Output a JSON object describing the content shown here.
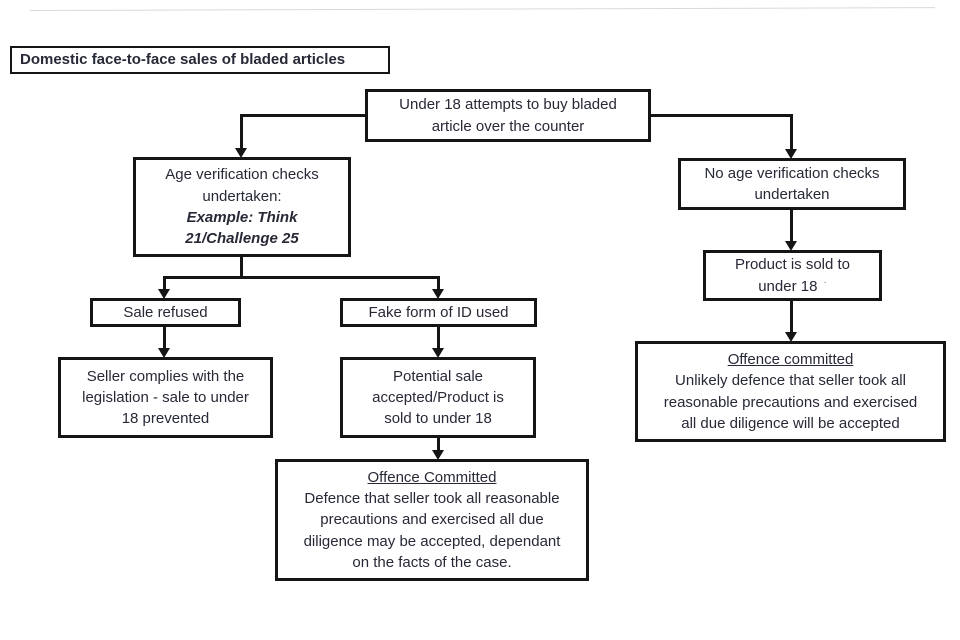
{
  "page": {
    "background_color": "#ffffff",
    "ink_color": "#151515",
    "text_color": "#272936"
  },
  "diagram": {
    "title": "Domestic face-to-face sales of bladed articles",
    "nodes": {
      "start": {
        "text": "Under 18 attempts to buy bladed\narticle over the counter"
      },
      "age_checks": {
        "text": "Age verification checks\nundertaken:",
        "example": "Example: Think\n21/Challenge 25"
      },
      "no_checks": {
        "text": "No age verification checks\nundertaken"
      },
      "product_sold": {
        "text": "Product is sold to\nunder 18",
        "artifact_mark": "·"
      },
      "offence_no_checks": {
        "heading": "Offence committed",
        "body": "Unlikely defence that seller took all\nreasonable precautions and exercised\nall due diligence will be accepted"
      },
      "sale_refused": {
        "text": "Sale refused"
      },
      "fake_id": {
        "text": "Fake form of ID used"
      },
      "seller_complies": {
        "text": "Seller complies with the\nlegislation - sale to under\n18 prevented"
      },
      "potential_sale": {
        "text": "Potential sale\naccepted/Product is\nsold to under 18"
      },
      "offence_fake_id": {
        "heading": "Offence Committed",
        "body": "Defence that seller took all reasonable\nprecautions and exercised all due\ndiligence may be accepted, dependant\non the facts of the case."
      }
    }
  }
}
